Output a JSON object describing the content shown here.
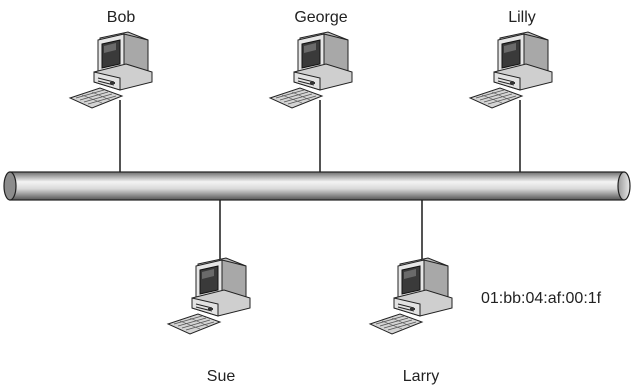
{
  "nodes": [
    {
      "label": "Bob"
    },
    {
      "label": "George"
    },
    {
      "label": "Lilly"
    },
    {
      "label": "Sue"
    },
    {
      "label": "Larry"
    }
  ],
  "annotation": "01:bb:04:af:00:1f",
  "colors": {
    "bus_light": "#f2f2f2",
    "bus_dark": "#5a5a5a",
    "line": "#1a1a1a"
  },
  "icon": "desktop-computer-icon"
}
